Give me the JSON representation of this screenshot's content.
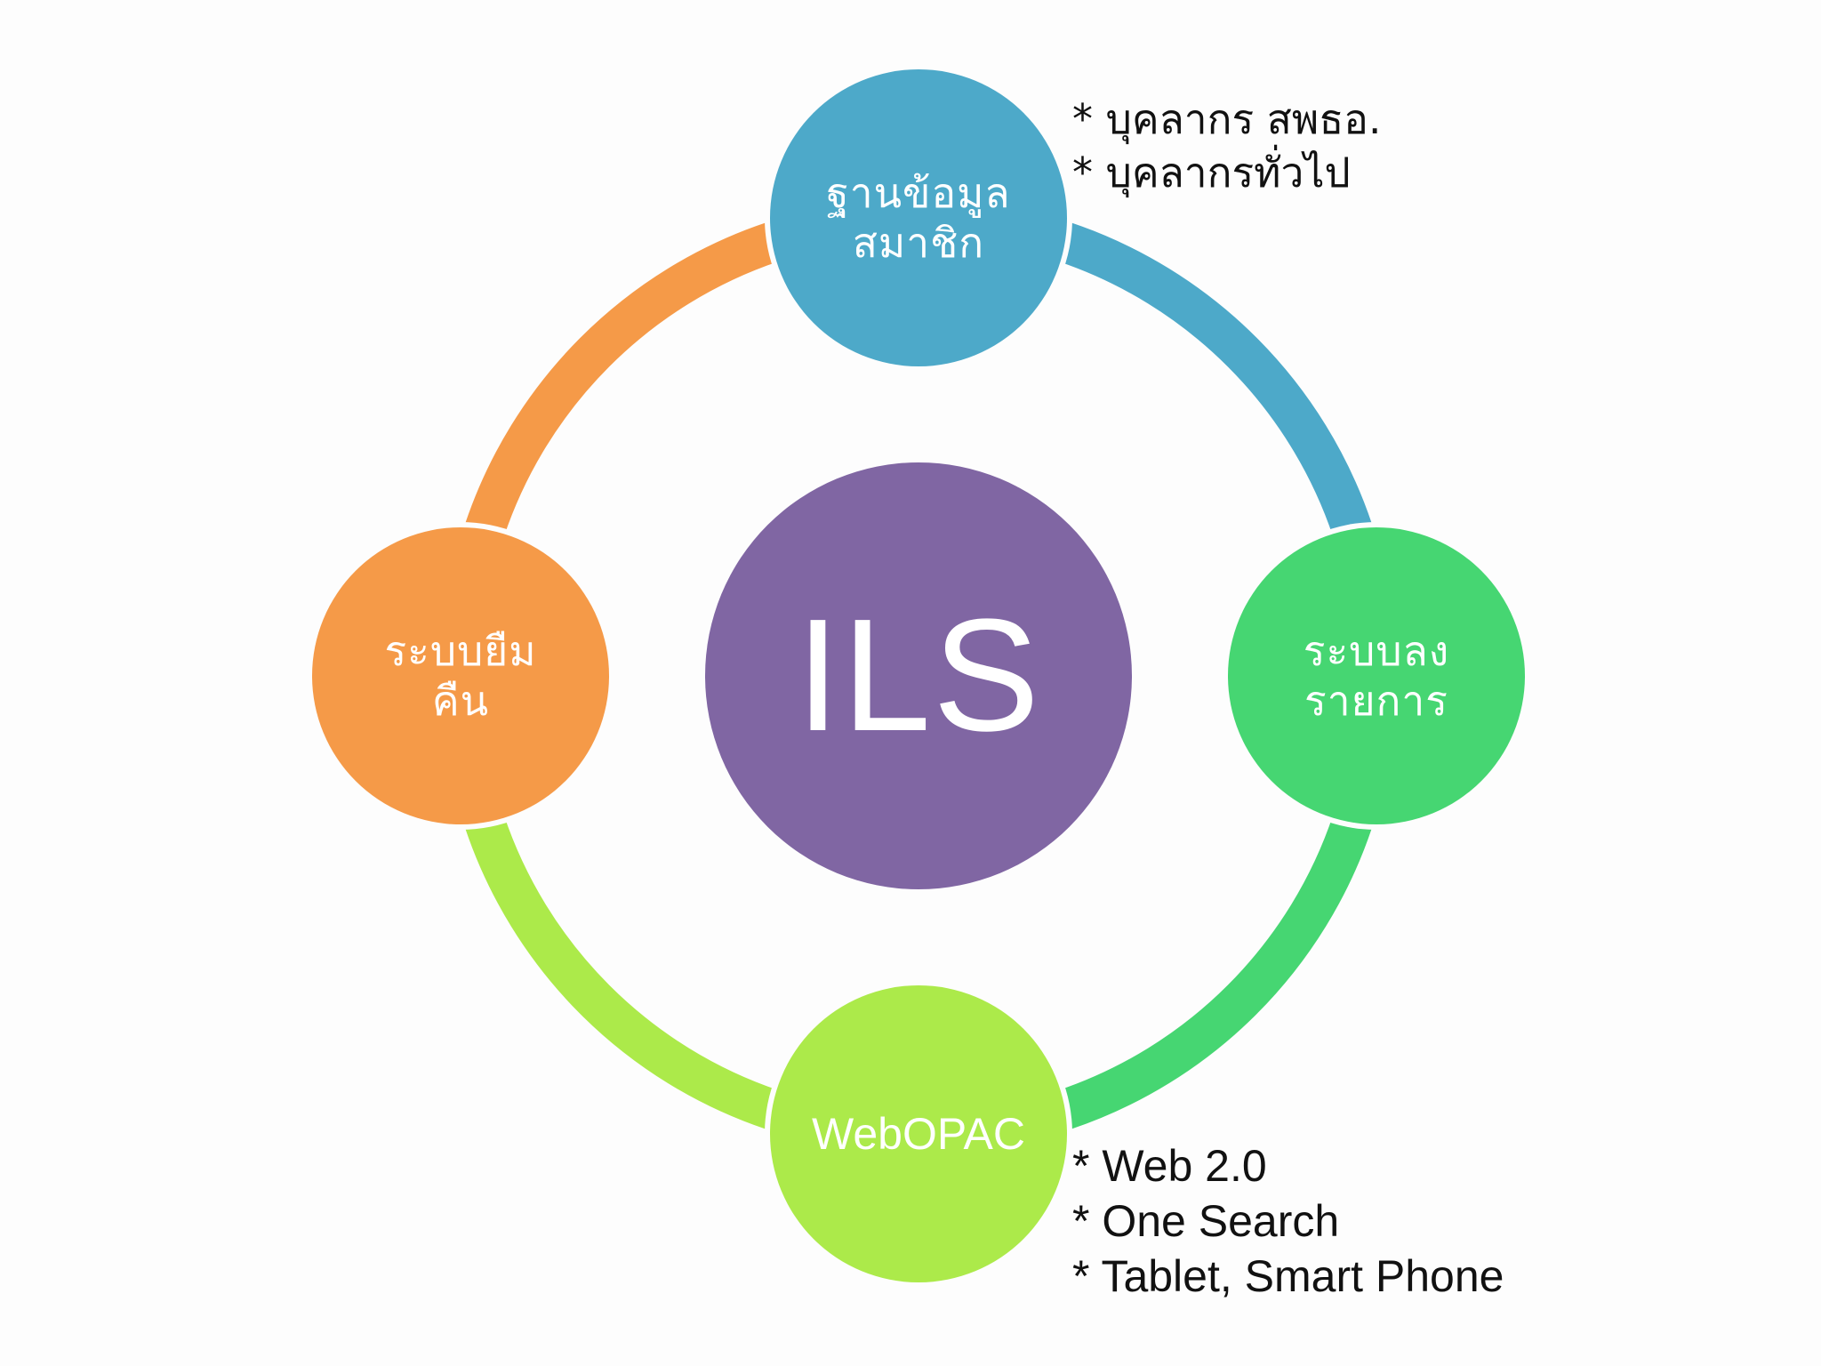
{
  "diagram": {
    "center": {
      "label": "ILS",
      "color": "#8066a3"
    },
    "nodes": {
      "top": {
        "lines": [
          "ฐานข้อมูล",
          "สมาชิก"
        ],
        "color": "#4da9c9"
      },
      "right": {
        "lines": [
          "ระบบลง",
          "รายการ"
        ],
        "color": "#46d672"
      },
      "bottom": {
        "lines": [
          "WebOPAC"
        ],
        "color": "#acea4a"
      },
      "left": {
        "lines": [
          "ระบบยืม",
          "คืน"
        ],
        "color": "#f59a48"
      }
    },
    "notes_top": [
      "* บุคลากร สพธอ.",
      "* บุคลากรทั่วไป"
    ],
    "notes_bottom": [
      "* Web 2.0",
      "* One Search",
      "* Tablet, Smart Phone"
    ]
  }
}
